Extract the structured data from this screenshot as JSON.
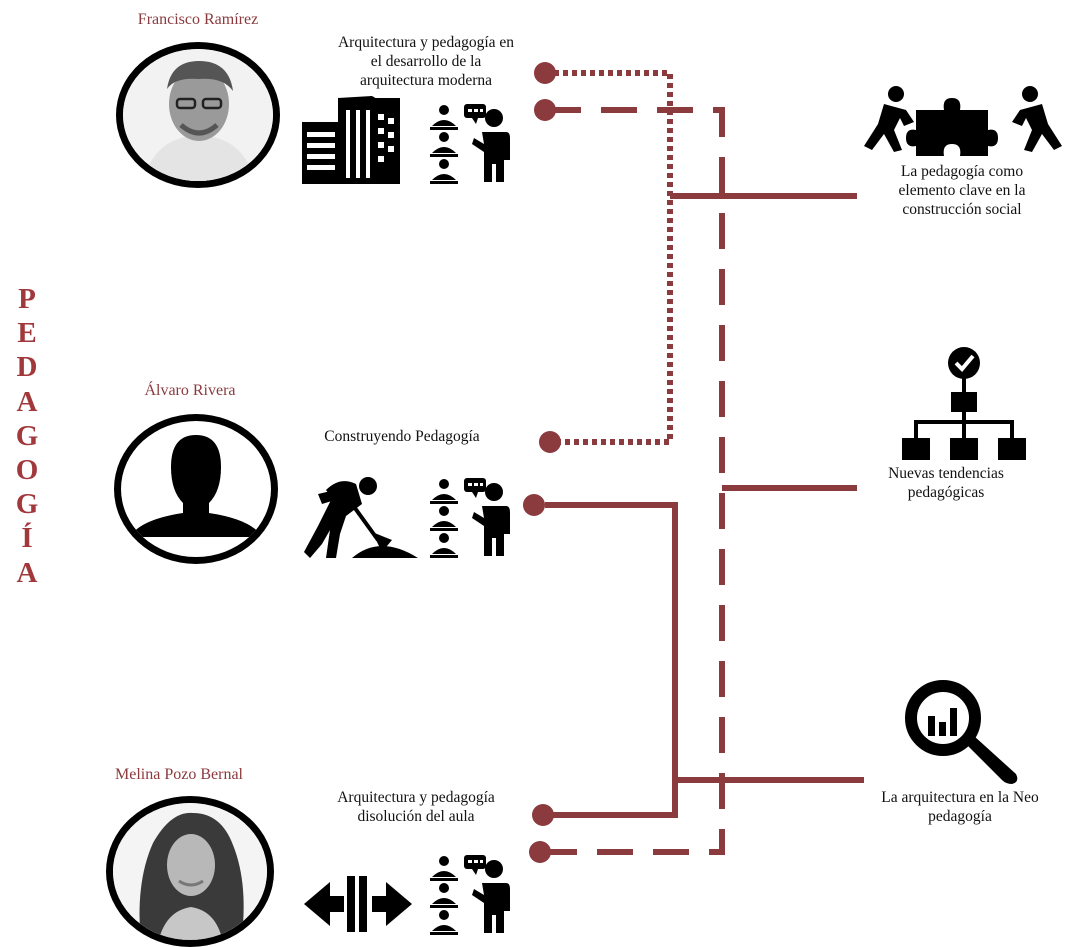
{
  "vertical_title": [
    "P",
    "E",
    "D",
    "A",
    "G",
    "O",
    "G",
    "Í",
    "A"
  ],
  "people": [
    {
      "name": "Francisco Ramírez",
      "topic": [
        "Arquitectura y pedagogía en",
        "el desarrollo de la",
        "arquitectura moderna"
      ]
    },
    {
      "name": "Álvaro Rivera",
      "topic": [
        "Construyendo Pedagogía"
      ]
    },
    {
      "name": "Melina Pozo Bernal",
      "topic": [
        "Arquitectura y pedagogía",
        "disolución del aula"
      ]
    }
  ],
  "outcomes": [
    {
      "label": [
        "La pedagogía como",
        "elemento clave en la",
        "construcción social"
      ],
      "icon": "puzzle-teamwork-icon"
    },
    {
      "label": [
        "Nuevas tendencias",
        "pedagógicas"
      ],
      "icon": "hierarchy-check-icon"
    },
    {
      "label": [
        "La arquitectura en la Neo",
        "pedagogía"
      ],
      "icon": "magnifier-chart-icon"
    }
  ],
  "colors": {
    "accent": "#8b3a3e",
    "line": "#8b3a3e",
    "icon": "#000000"
  }
}
